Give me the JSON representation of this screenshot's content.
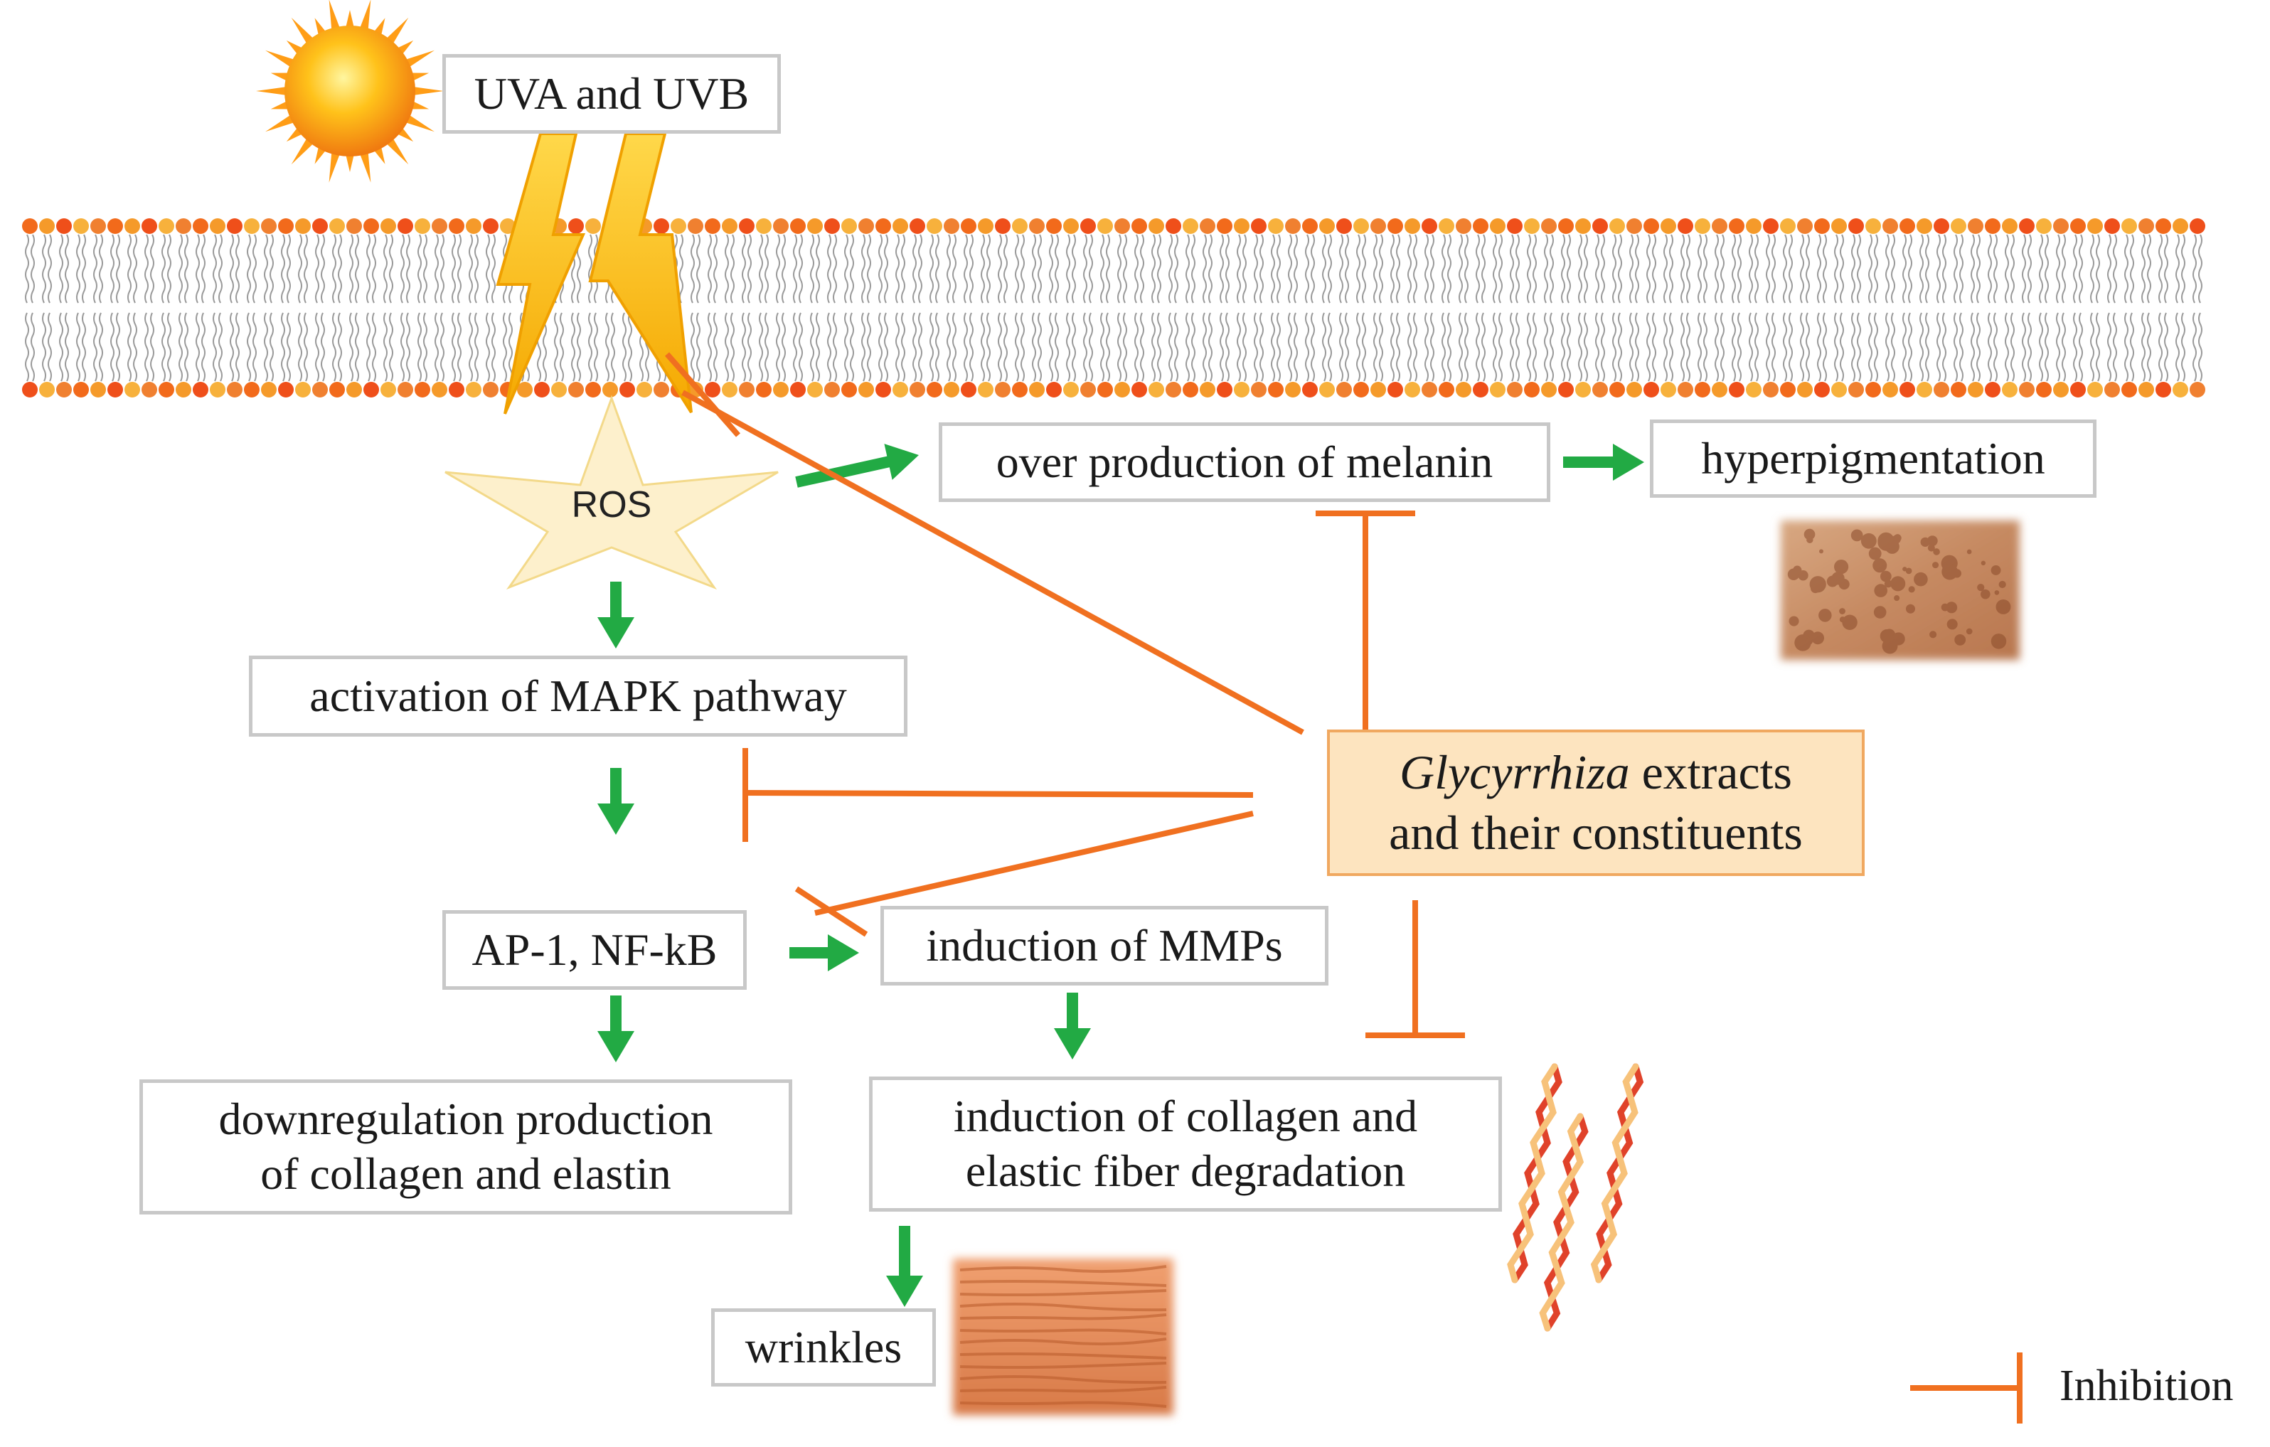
{
  "source_label": "UVA and UVB",
  "ros_label": "ROS",
  "nodes": {
    "melanin": "over production of melanin",
    "hyperpigmentation": "hyperpigmentation",
    "mapk": "activation of MAPK pathway",
    "ap1": "AP-1, NF-kB",
    "mmps": "induction of MMPs",
    "downregulation_line1": "downregulation production",
    "downregulation_line2": "of collagen and elastin",
    "collagen_line1": "induction of collagen and",
    "collagen_line2": "elastic fiber degradation",
    "wrinkles": "wrinkles"
  },
  "agent": {
    "italic": "Glycyrrhiza",
    "line1_rest": " extracts",
    "line2": "and their constituents"
  },
  "legend": {
    "label": "Inhibition"
  },
  "icons": [
    "sun-icon",
    "lightning-icon",
    "membrane-illustration",
    "skin-texture-image",
    "collagen-fiber-icon"
  ],
  "colors": {
    "activation_arrow": "#22aa44",
    "inhibition_line": "#f07020",
    "agent_fill": "#fde4bf",
    "agent_border": "#f0a860",
    "ros_star": "#fdf0cc",
    "box_border": "#c8c8c8"
  }
}
